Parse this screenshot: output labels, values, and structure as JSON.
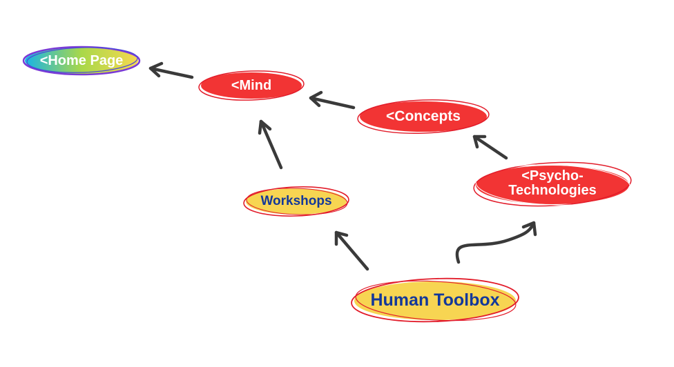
{
  "nodes": {
    "home": {
      "label": "<Home Page"
    },
    "mind": {
      "label": "<Mind"
    },
    "concepts": {
      "label": "<Concepts"
    },
    "psycho": {
      "label": "<Psycho-\nTechnologies"
    },
    "workshops": {
      "label": "Workshops"
    },
    "toolbox": {
      "label": "Human Toolbox"
    }
  },
  "colors": {
    "red_fill": "#f23434",
    "red_outline": "#e21c2a",
    "yellow_fill": "#f7d552",
    "arrow": "#3a3a3a",
    "blue_text": "#13389a",
    "home_gradient": [
      "#18b3e6",
      "#a9d84a",
      "#f6d84f"
    ],
    "home_outline": "#7a3ad6"
  }
}
